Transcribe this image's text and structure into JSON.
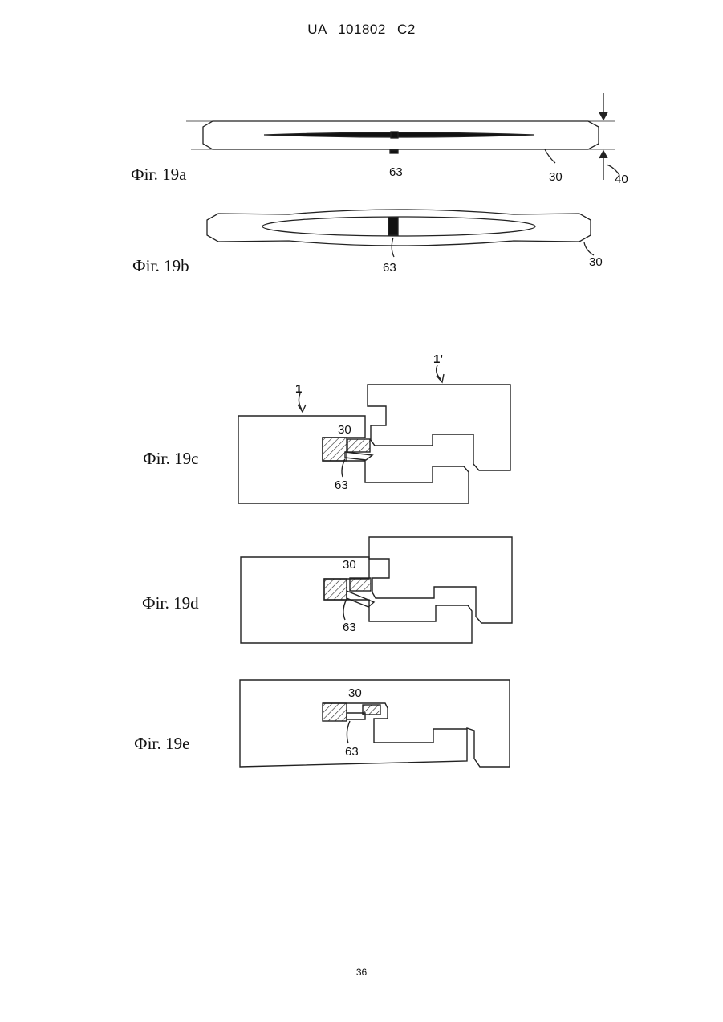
{
  "header": "UA 101802 C2",
  "page_number": "36",
  "figures": {
    "fig19a": {
      "label": "Фіг. 19a",
      "refs": {
        "a": "63",
        "b": "30",
        "c": "40"
      }
    },
    "fig19b": {
      "label": "Фіг. 19b",
      "refs": {
        "a": "63",
        "b": "30"
      }
    },
    "fig19c": {
      "label": "Фіг. 19c",
      "refs": {
        "a": "1",
        "b": "1'",
        "c": "30",
        "d": "63"
      }
    },
    "fig19d": {
      "label": "Фіг. 19d",
      "refs": {
        "a": "30",
        "b": "63"
      }
    },
    "fig19e": {
      "label": "Фіг. 19e",
      "refs": {
        "a": "30",
        "b": "63"
      }
    }
  }
}
